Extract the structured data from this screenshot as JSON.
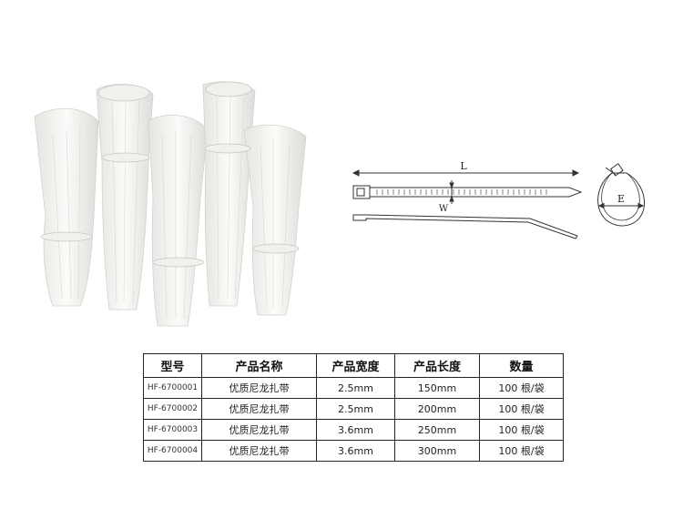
{
  "diagram": {
    "label_length": "L",
    "label_width": "W",
    "label_diameter": "E"
  },
  "table": {
    "headers": [
      "型号",
      "产品名称",
      "产品宽度",
      "产品长度",
      "数量"
    ],
    "rows": [
      [
        "HF-6700001",
        "优质尼龙扎带",
        "2.5mm",
        "150mm",
        "100 根/袋"
      ],
      [
        "HF-6700002",
        "优质尼龙扎带",
        "2.5mm",
        "200mm",
        "100 根/袋"
      ],
      [
        "HF-6700003",
        "优质尼龙扎带",
        "3.6mm",
        "250mm",
        "100 根/袋"
      ],
      [
        "HF-6700004",
        "优质尼龙扎带",
        "3.6mm",
        "300mm",
        "100 根/袋"
      ]
    ]
  }
}
